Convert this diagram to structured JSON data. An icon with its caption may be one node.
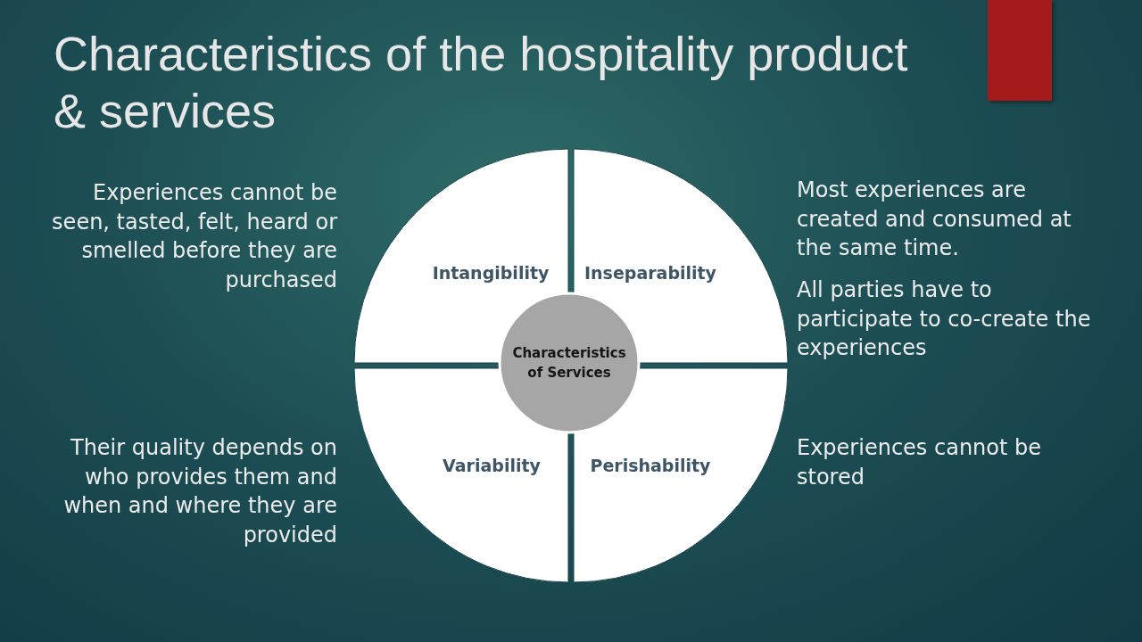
{
  "diagram": {
    "title": "Characteristics of the hospitality product & services",
    "nodes": [
      {
        "text": [
          "Intangibility"
        ],
        "beside": [
          "Experiences cannot be seen, tasted, felt, heard or smelled before they are purchased"
        ]
      },
      {
        "text": [
          "Inseparability"
        ],
        "beside": [
          "Most experiences are created and consumed at the same time.",
          "All parties have to participate to co-create the experiences"
        ]
      },
      {
        "text": [
          "Characteristics of Services"
        ]
      },
      {
        "text": [
          "Variability"
        ],
        "beside": [
          "Their quality depends on who provides them and when and where they are provided"
        ]
      },
      {
        "text": [
          "Perishability"
        ],
        "beside": [
          "Experiences cannot be stored"
        ]
      }
    ],
    "edges": []
  }
}
